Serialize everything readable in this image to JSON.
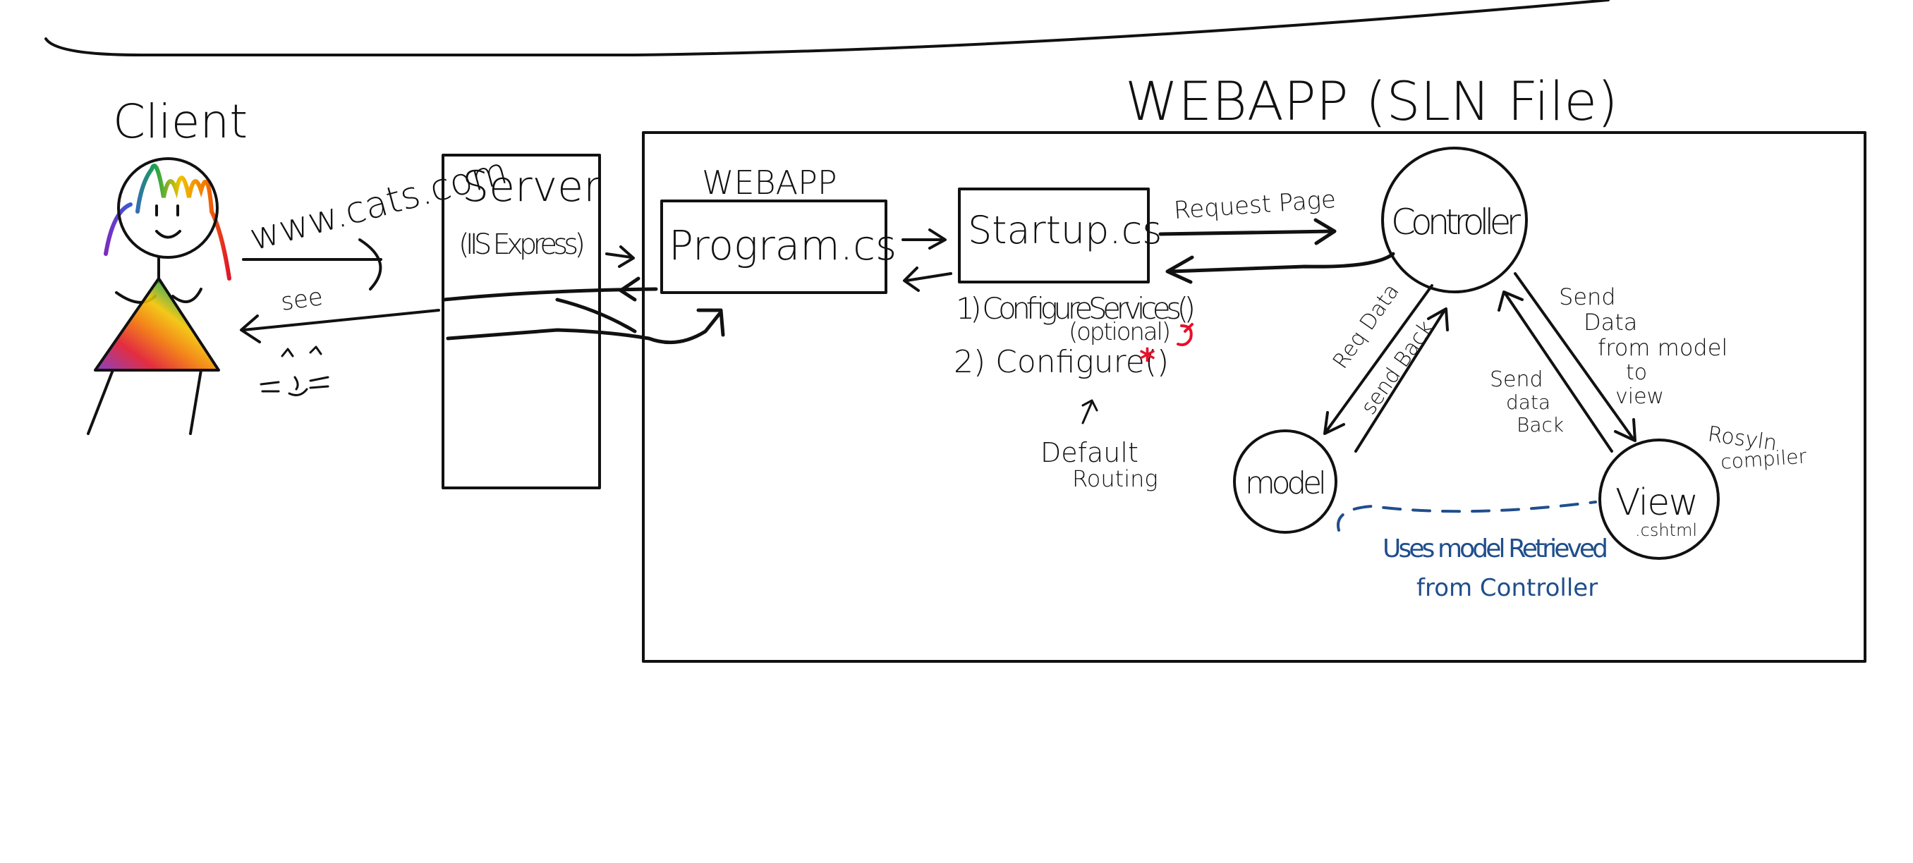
{
  "diagram": {
    "solution_title": "WEBAPP (SLN File)",
    "client": {
      "label": "Client",
      "url": "www.cats.com",
      "see_label": "see"
    },
    "server": {
      "title": "Server",
      "subtitle": "(IIS Express)"
    },
    "webapp_label": "WEBAPP",
    "program_box": "Program.cs",
    "startup_box": "Startup.cs",
    "startup_methods": [
      {
        "text": "1) ConfigureServices()"
      },
      {
        "text": "2) Configure()"
      }
    ],
    "optional_note": "(optional)",
    "default_routing": [
      "Default",
      "Routing"
    ],
    "request_page": "Request Page",
    "controller": "Controller",
    "model": "model",
    "view": {
      "label": "View",
      "sublabel": ".cshtml"
    },
    "req_data": "Req Data",
    "send_back": "send Back",
    "send_data_back": [
      "Send",
      "data",
      "Back"
    ],
    "send_data_view": [
      "Send",
      "Data",
      "from model",
      "to",
      "view"
    ],
    "roslyn": [
      "Rosyln",
      "compiler"
    ],
    "uses_model": [
      "Uses model Retrieved",
      "from Controller"
    ],
    "colors": {
      "ink": "#111111",
      "accent_red": "#e8102a",
      "accent_blue": "#1f4e8c"
    }
  }
}
